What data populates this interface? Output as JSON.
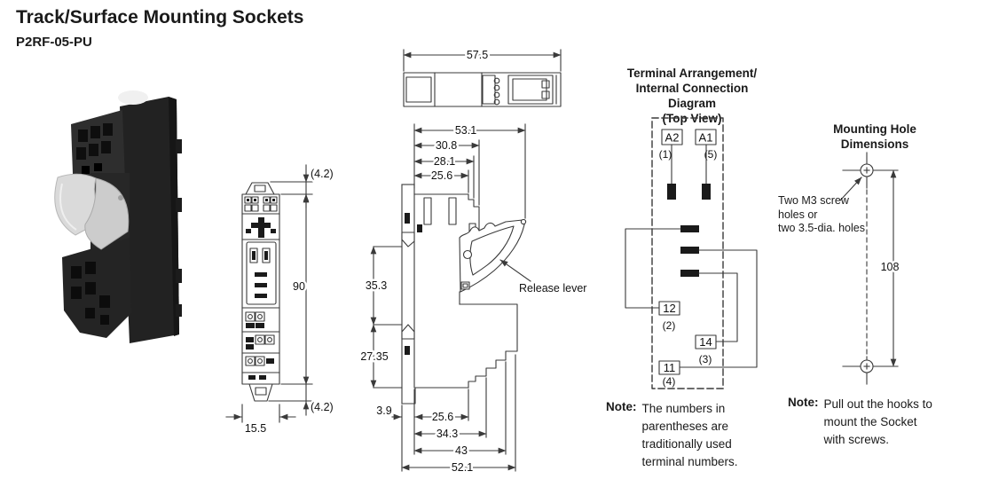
{
  "header": {
    "title": "Track/Surface Mounting Sockets",
    "subtitle": "P2RF-05-PU"
  },
  "drawings": {
    "top_view": {
      "width": "57.5"
    },
    "front_view": {
      "top_offset": "(4.2)",
      "height": "90",
      "bottom_offset": "(4.2)",
      "width": "15.5"
    },
    "side_view": {
      "overall_width": "53.1",
      "upper_w1": "30.8",
      "upper_w2": "28.1",
      "upper_w3": "25.6",
      "clip_span": "35.3",
      "lower_span": "27.35",
      "foot_w": "3.9",
      "lower_w1": "25.6",
      "lower_w2": "34.3",
      "lower_w3": "43",
      "lower_w4": "52.1",
      "release_lever_label": "Release lever"
    }
  },
  "terminal_diagram": {
    "heading1": "Terminal Arrangement/",
    "heading2": "Internal Connection Diagram",
    "heading3": "(Top View)",
    "coil": [
      {
        "label": "A2",
        "trad": "(1)"
      },
      {
        "label": "A1",
        "trad": "(5)"
      }
    ],
    "contacts": [
      {
        "label": "12",
        "trad": "(2)"
      },
      {
        "label": "14",
        "trad": "(3)"
      },
      {
        "label": "11",
        "trad": "(4)"
      }
    ],
    "note": {
      "label": "Note:",
      "lines": [
        "The numbers in",
        "parentheses are",
        "traditionally used",
        "terminal numbers."
      ]
    }
  },
  "mounting": {
    "heading1": "Mounting Hole",
    "heading2": "Dimensions",
    "screw_note_lines": [
      "Two M3 screw",
      "holes or",
      "two 3.5-dia. holes"
    ],
    "hole_spacing": "108",
    "note": {
      "label": "Note:",
      "lines": [
        "Pull out the hooks to",
        "mount the Socket",
        "with screws."
      ]
    }
  }
}
